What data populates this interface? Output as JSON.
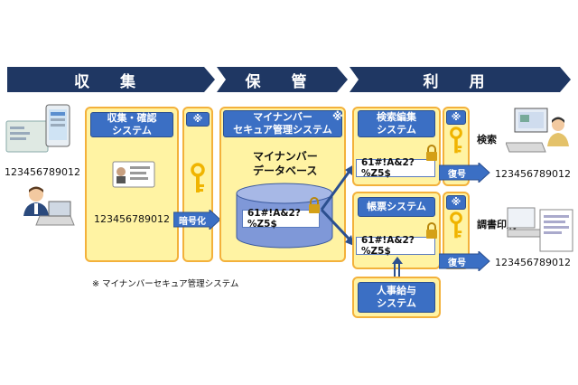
{
  "phases": [
    "収 集",
    "保 管",
    "利 用"
  ],
  "collection": {
    "header": [
      "収集・確認",
      "システム"
    ],
    "note_mark": "※",
    "number": "123456789012",
    "user_number": "123456789012"
  },
  "encrypt_label": "暗号化",
  "storage": {
    "header": [
      "マイナンバー",
      "セキュア管理システム"
    ],
    "note_mark": "※",
    "db_title": [
      "マイナンバー",
      "データベース"
    ],
    "db_value": "61#!A&2?%Z5$"
  },
  "usage": {
    "search_system": [
      "検索編集",
      "システム"
    ],
    "search_value": "61#!A&2?%Z5$",
    "search_decrypt": "復号",
    "search_result": "123456789012",
    "search_label": "検索",
    "report_system": "帳票システム",
    "report_value": "61#!A&2?%Z5$",
    "report_decrypt": "復号",
    "report_result": "123456789012",
    "print_label": "調書印刷",
    "payroll_system": [
      "人事給与",
      "システム"
    ],
    "note_mark": "※"
  },
  "footnote": "※ マイナンバーセキュア管理システム",
  "colors": {
    "banner": "#1f3763",
    "panel_fill": "#fff3a3",
    "panel_border": "#f3b13b",
    "header_blue": "#3b6fc4",
    "key_gold": "#f0b400"
  }
}
